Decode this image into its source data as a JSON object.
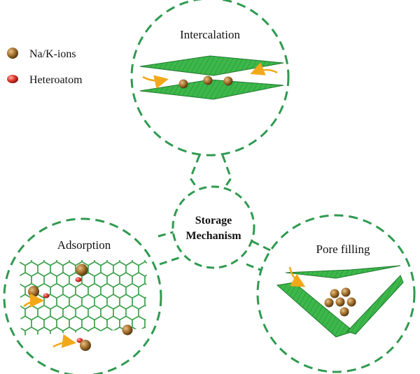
{
  "legend": {
    "items": [
      {
        "label": "Na/K-ions",
        "color": "#9a6a2c"
      },
      {
        "label": "Heteroatom",
        "color": "#e23a2e"
      }
    ]
  },
  "center": {
    "line1": "Storage",
    "line2": "Mechanism"
  },
  "mechanisms": {
    "intercalation": {
      "title": "Intercalation"
    },
    "adsorption": {
      "title": "Adsorption"
    },
    "pore_filling": {
      "title": "Pore filling"
    }
  },
  "colors": {
    "dash": "#2f9a4f",
    "graphene": "#3cb84a",
    "graphene_dark": "#1f7a2f",
    "ion": "#9a6a2c",
    "heteroatom": "#e23a2e",
    "arrow": "#f2a818"
  }
}
